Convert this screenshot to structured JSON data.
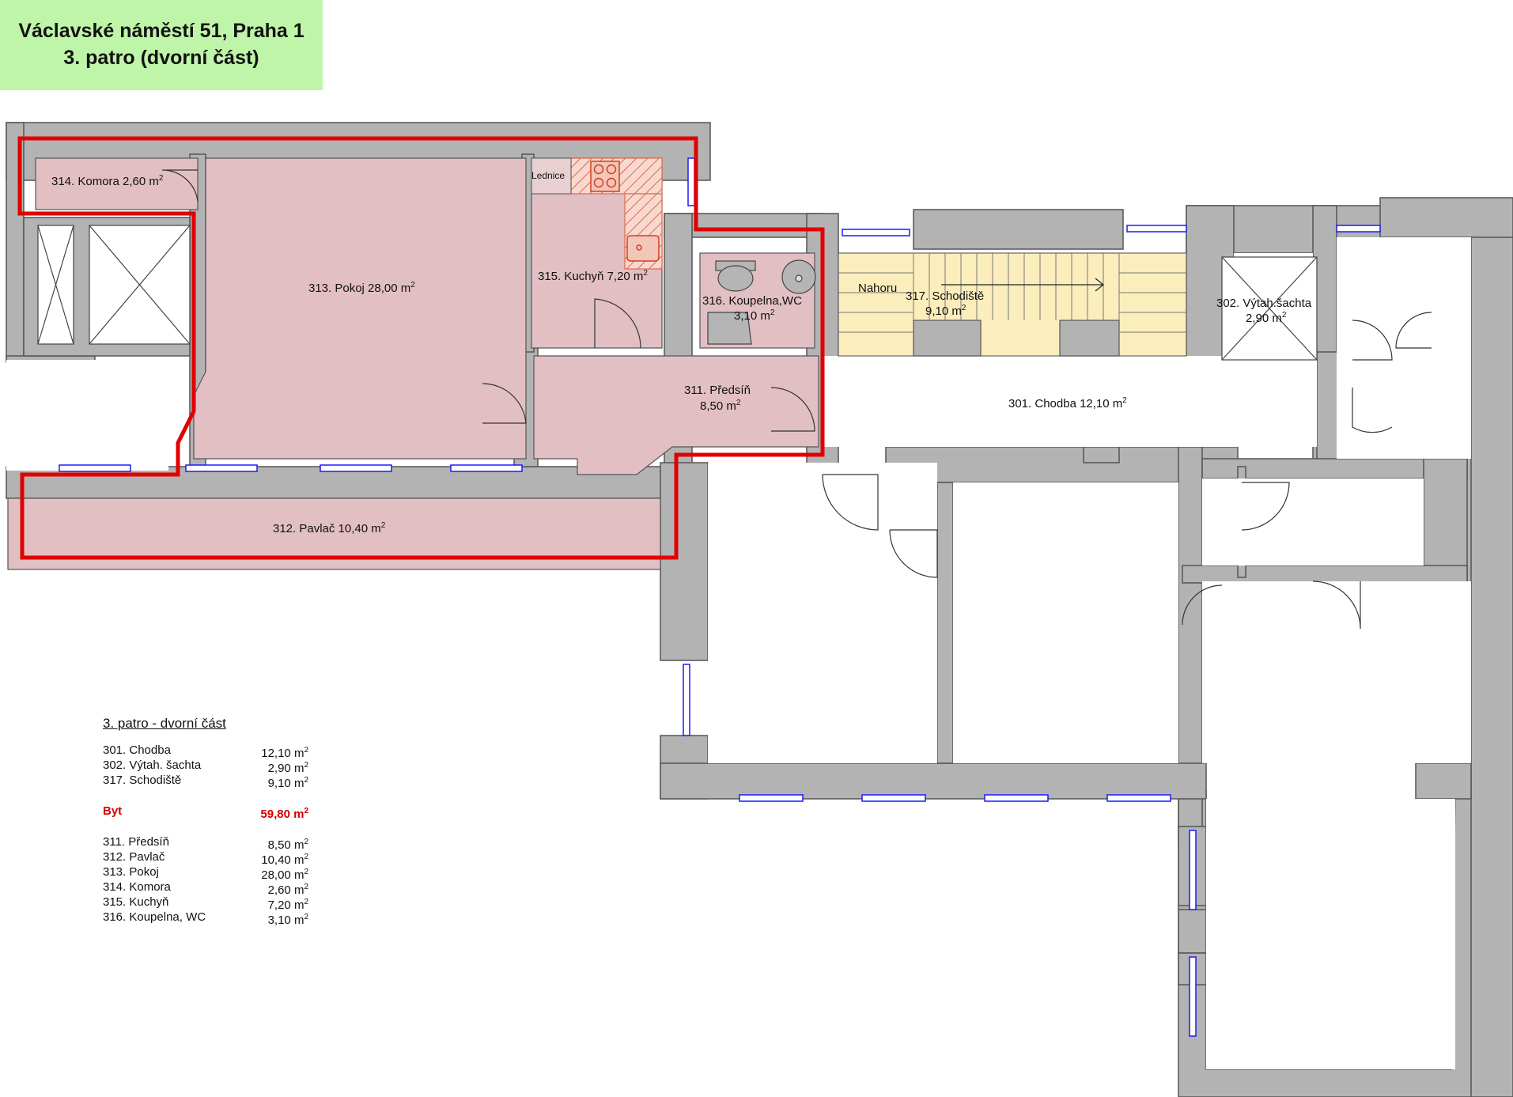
{
  "title": {
    "line1": "Václavské náměstí 51,  Praha 1",
    "line2": "3. patro (dvorní část)"
  },
  "colors": {
    "title_bg": "#bff5a8",
    "wall": "#b3b3b3",
    "apartment_fill": "#e2bfc3",
    "stair_fill": "#fbeebc",
    "outline": "#e00000",
    "window": "#1a1aff",
    "highlight_text": "#d40000"
  },
  "unit": "m",
  "unit_sup": "2",
  "rooms": {
    "r314": {
      "label": "314. Komora 2,60 m"
    },
    "r313": {
      "label": "313. Pokoj 28,00 m"
    },
    "r315": {
      "label": "315. Kuchyň 7,20 m"
    },
    "r316_a": {
      "label": "316. Koupelna,WC"
    },
    "r316_b": {
      "label": "3,10 m"
    },
    "r317_a": {
      "label": "317. Schodiště"
    },
    "r317_b": {
      "label": "9,10 m"
    },
    "r302_a": {
      "label": "302. Výtah.šachta"
    },
    "r302_b": {
      "label": "2,90 m"
    },
    "r311_a": {
      "label": "311. Předsíň"
    },
    "r311_b": {
      "label": "8,50 m"
    },
    "r301": {
      "label": "301. Chodba 12,10 m"
    },
    "r312": {
      "label": "312. Pavlač 10,40 m"
    },
    "lednice": {
      "label": "Lednice"
    },
    "nahoru": {
      "label": "Nahoru"
    }
  },
  "legend": {
    "heading": "3. patro - dvorní část",
    "common": [
      {
        "name": "301. Chodba",
        "area": "12,10 m"
      },
      {
        "name": "302. Výtah. šachta",
        "area": "2,90 m"
      },
      {
        "name": "317. Schodiště",
        "area": "9,10 m"
      }
    ],
    "byt": {
      "name": "Byt",
      "area": "59,80 m"
    },
    "apartment": [
      {
        "name": "311. Předsíň",
        "area": "8,50 m"
      },
      {
        "name": "312. Pavlač",
        "area": "10,40 m"
      },
      {
        "name": "313. Pokoj",
        "area": "28,00 m"
      },
      {
        "name": "314. Komora",
        "area": "2,60 m"
      },
      {
        "name": "315. Kuchyň",
        "area": "7,20 m"
      },
      {
        "name": "316. Koupelna, WC",
        "area": "3,10 m"
      }
    ]
  }
}
